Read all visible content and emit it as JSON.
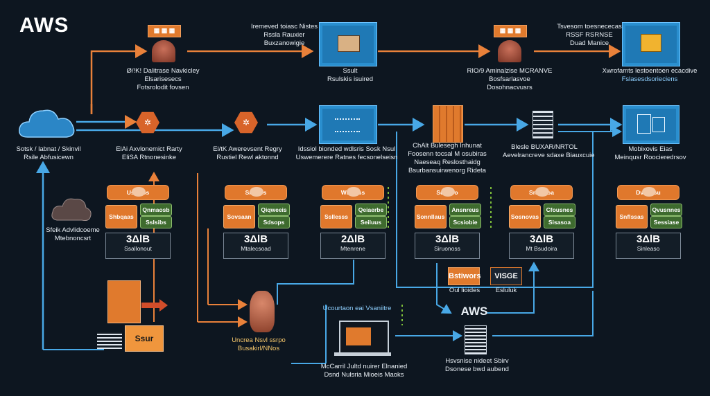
{
  "brand": "AWS",
  "colors": {
    "background": "#0d1620",
    "orange": "#e07a2d",
    "blue": "#3a9bd8",
    "green": "#3e6b2e"
  },
  "top_row": [
    {
      "badge": "",
      "label": [
        "Ø/!K! Dalitrase Navkicley",
        "Elsarisesecs",
        "Fotsrolodit fovsen"
      ]
    },
    {
      "caption_above": [
        "Iremeved toiasc Nistes",
        "Rssla Rauxier",
        "Buxzanowigie"
      ],
      "label": [
        "Ssult",
        "Rsulskis isuired"
      ]
    },
    {
      "badge": "",
      "label": [
        "RIO/9 Aminalzise MCRANVE",
        "Bosfsarlasvoe",
        "Dosohnacvusrs"
      ]
    },
    {
      "caption_above": [
        "Tsvesom toesnececas",
        "RSSF RSRNSE",
        "Duad Manice"
      ],
      "label": [
        "Xwrofamts lestoentoen ecacdive",
        "Fslasesdsorieciens"
      ]
    }
  ],
  "mid_row": [
    {
      "label": [
        "Sotsk / labnat / Skinvil",
        "Rsile Abfusicewn"
      ]
    },
    {
      "label": [
        "ElAi Axvlonemict Rarty",
        "EliSA Rtnonesinke"
      ]
    },
    {
      "label": [
        "El/tK Awerevsent Regry",
        "Rustiel Rewl aktonnd"
      ]
    },
    {
      "label": [
        "Idssiol bionded wdlsris Sosk Nsul",
        "Uswemerere Ratnes fecsonelseisn"
      ]
    },
    {
      "label": [
        "ChAlt Bulesegh Inhunat",
        "Foosenn tocsal M osubiras",
        "Naeseaq Reslosthaidg",
        "Bsurbansuirwenorg Rideta"
      ]
    },
    {
      "label": [
        "Blesle BUXAR/NRTOL",
        "Aevelrancreve sdaxe Biauxcuie"
      ]
    },
    {
      "label": [
        "Mobixovis Eias",
        "Meinqusr Roocieredrsov"
      ]
    }
  ],
  "cloud_side": {
    "label": [
      "Sfeik Advlidcoeme",
      "Mtebnoncsrt"
    ]
  },
  "services": [
    {
      "top": "Usicvos",
      "l1": "Shbqaas",
      "r1": "Qnmaosb",
      "r2": "Sslsibs",
      "db": "3ΔlB",
      "db_sub": "Ssallonout"
    },
    {
      "top": "Snvisrs",
      "l1": "Sovsaan",
      "r1": "Qiqweeis",
      "r2": "Sdsops",
      "db": "3ΔlB",
      "db_sub": "Mtalecsoad"
    },
    {
      "top": "Wnliviss",
      "l1": "Ssllesss",
      "r1": "Qeiaerbe",
      "r2": "Seiluus",
      "db": "2ΔlB",
      "db_sub": "Mtenrene"
    },
    {
      "top": "Sdusoo",
      "l1": "Sonnllaus",
      "r1": "Ansnreus",
      "r2": "Scsiobie",
      "db": "3ΔlB",
      "db_sub": "Siruonoss"
    },
    {
      "top": "Srasoioa",
      "l1": "Sosnovas",
      "r1": "Cfousnes",
      "r2": "Sisasoa",
      "db": "3ΔlB",
      "db_sub": "Mt Bsudoira"
    },
    {
      "top": "Dvusvsu",
      "l1": "Snflssas",
      "r1": "Qvusnnes",
      "r2": "Sessiase",
      "db": "3ΔlB",
      "db_sub": "Sinleaso"
    }
  ],
  "small_boxes": [
    {
      "title": "Bstiwors",
      "sub": "Oul lioides"
    },
    {
      "title": "VISGE",
      "sub": "Esluluk"
    }
  ],
  "bottom": {
    "left_label": [
      "Uncrea Nsvl ssrpo",
      "Busakirl/NNos"
    ],
    "center_caption": "Ucourtaon eai Vsaniitre",
    "center_label": [
      "McCarril Jultd nuirer Elnanied",
      "Dsnd Nulsria Mioeis Maoks"
    ],
    "aws_mark": "AWS",
    "right_label": [
      "Hsvsnise nideet Sbirv",
      "Dsonese bwd aubend"
    ],
    "report_tag": "Ssur"
  }
}
